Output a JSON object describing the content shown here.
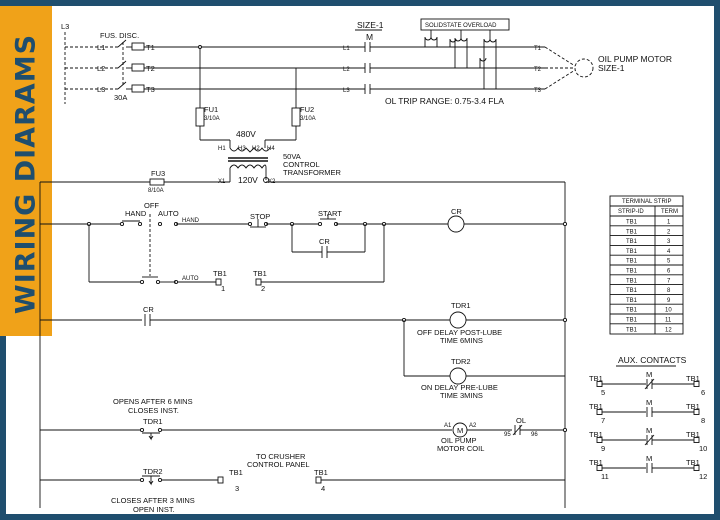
{
  "banner": {
    "title": "WIRING DIARAMS"
  },
  "power": {
    "l3_top": "L3",
    "disconnect_label": "FUS. DISC.",
    "disconnect_rating": "30A",
    "lines_in": [
      "L1",
      "L2",
      "L3"
    ],
    "lines_t": [
      "T1",
      "T2",
      "T3"
    ],
    "size_label": "SIZE-1",
    "starter_lines": [
      "L1",
      "L2",
      "L3"
    ],
    "overload_label": "SOLIDSTATE OVERLOAD",
    "output_lines": [
      "T1",
      "T2",
      "T3"
    ],
    "motor_label_1": "OIL PUMP MOTOR",
    "motor_label_2": "SIZE-1",
    "trip_range": "OL TRIP RANGE: 0.75-3.4 FLA"
  },
  "transformer": {
    "fu1": "FU1",
    "fu1_rating": "3/10A",
    "fu2": "FU2",
    "fu2_rating": "3/10A",
    "primary_v": "480V",
    "h_labels": [
      "H1",
      "H3",
      "H2",
      "H4"
    ],
    "x_labels": [
      "X1",
      "X2"
    ],
    "secondary_v": "120V",
    "rating_1": "50VA",
    "rating_2": "CONTROL",
    "rating_3": "TRANSFORMER"
  },
  "control": {
    "fu3": "FU3",
    "fu3_rating": "8/10A",
    "hand_label": "HAND",
    "off_label": "OFF",
    "auto_label": "AUTO",
    "hand_wire": "HAND",
    "stop_label": "STOP",
    "start_label": "START",
    "cr_coil": "CR",
    "cr_seal": "CR",
    "auto_wire": "AUTO",
    "tb1_a": "TB1",
    "tb1_a_num": "1",
    "tb1_b": "TB1",
    "tb1_b_num": "2",
    "cr_contact": "CR",
    "tdr1_coil": "TDR1",
    "tdr1_desc_1": "OFF DELAY POST-LUBE",
    "tdr1_desc_2": "TIME 6MINS",
    "tdr2_coil": "TDR2",
    "tdr2_desc_1": "ON DELAY PRE-LUBE",
    "tdr2_desc_2": "TIME 3MINS",
    "tdr1_note_1": "OPENS AFTER 6 MINS",
    "tdr1_note_2": "CLOSES INST.",
    "tdr1_contact": "TDR1",
    "motor_coil_letter": "M",
    "a1": "A1",
    "a2": "A2",
    "motor_coil_1": "OIL PUMP",
    "motor_coil_2": "MOTOR COIL",
    "ol_label": "OL",
    "ol_95": "95",
    "ol_96": "96",
    "crusher_1": "TO CRUSHER",
    "crusher_2": "CONTROL PANEL",
    "tdr2_contact": "TDR2",
    "tb1_c": "TB1",
    "tb1_c_num": "3",
    "tb1_d": "TB1",
    "tb1_d_num": "4",
    "tdr2_note_1": "CLOSES AFTER 3 MINS",
    "tdr2_note_2": "OPEN INST."
  },
  "terminal_strip": {
    "title": "TERMINAL STRIP",
    "headers": [
      "STRIP-ID",
      "TERM"
    ],
    "rows": [
      [
        "TB1",
        "1"
      ],
      [
        "TB1",
        "2"
      ],
      [
        "TB1",
        "3"
      ],
      [
        "TB1",
        "4"
      ],
      [
        "TB1",
        "5"
      ],
      [
        "TB1",
        "6"
      ],
      [
        "TB1",
        "7"
      ],
      [
        "TB1",
        "8"
      ],
      [
        "TB1",
        "9"
      ],
      [
        "TB1",
        "10"
      ],
      [
        "TB1",
        "11"
      ],
      [
        "TB1",
        "12"
      ]
    ]
  },
  "aux": {
    "title": "AUX. CONTACTS",
    "rows": [
      {
        "left": "TB1",
        "left_num": "5",
        "letter": "M",
        "right": "TB1",
        "right_num": "6",
        "type": "nc"
      },
      {
        "left": "TB1",
        "left_num": "7",
        "letter": "M",
        "right": "TB1",
        "right_num": "8",
        "type": "no"
      },
      {
        "left": "TB1",
        "left_num": "9",
        "letter": "M",
        "right": "TB1",
        "right_num": "10",
        "type": "nc"
      },
      {
        "left": "TB1",
        "left_num": "11",
        "letter": "M",
        "right": "TB1",
        "right_num": "12",
        "type": "no"
      }
    ]
  }
}
